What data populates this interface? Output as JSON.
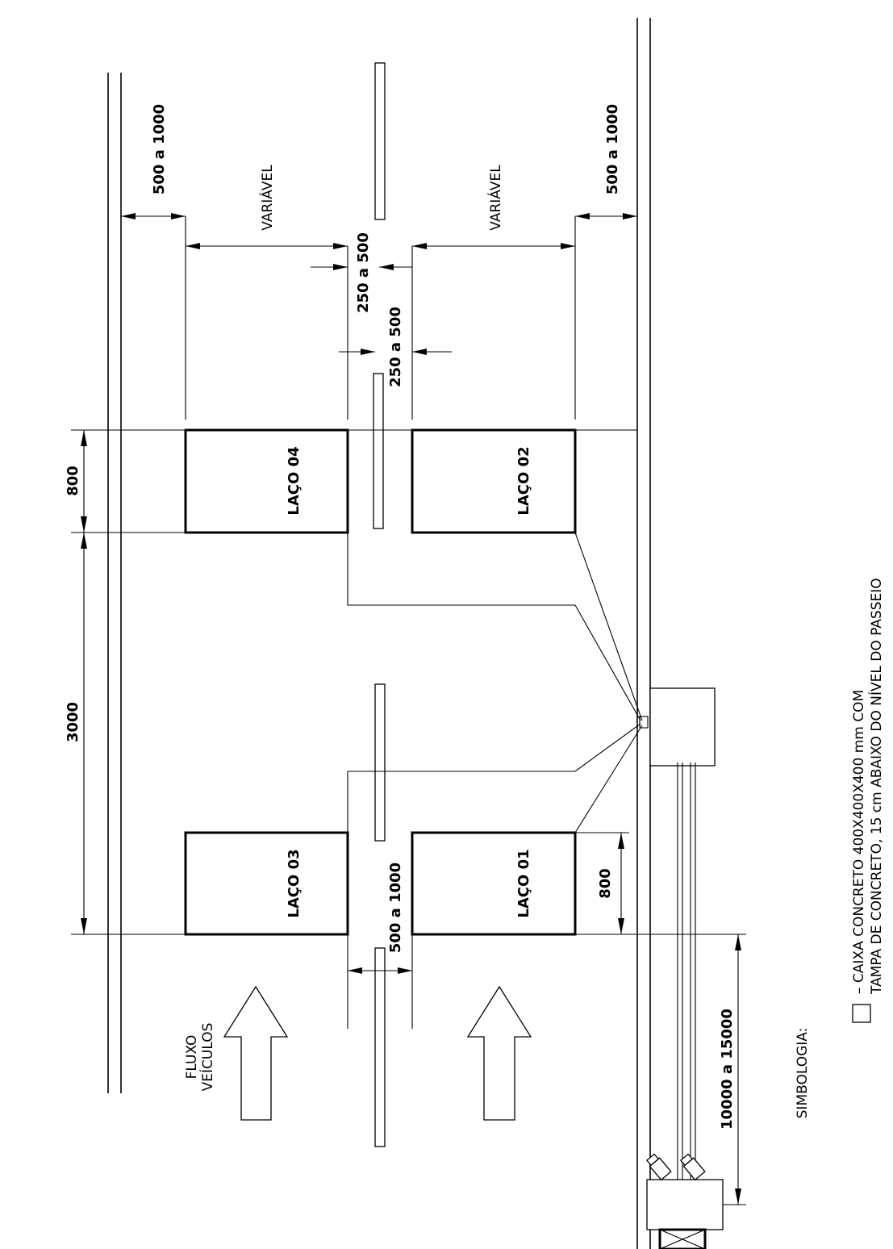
{
  "loops": {
    "l01": "LAÇO 01",
    "l02": "LAÇO 02",
    "l03": "LAÇO 03",
    "l04": "LAÇO 04"
  },
  "dimensions": {
    "d800_top": "800",
    "d3000": "3000",
    "d800_bottom": "800",
    "d500_1000_top": "500 a 1000",
    "d500_1000_right": "500 a 1000",
    "d500_1000_mid": "500 a 1000",
    "variavel_left": "VARIÁVEL",
    "variavel_right": "VARIÁVEL",
    "d250_500_a": "250 a 500",
    "d250_500_b": "250 a 500",
    "d10000_15000": "10000 a 15000"
  },
  "flow": {
    "line1": "FLUXO",
    "line2": "VEÍCULOS"
  },
  "legend": {
    "title": "SIMBOLOGIA:",
    "line1": "– CAIXA CONCRETO 400X400X400 mm COM",
    "line2": "TAMPA DE CONCRETO, 15 cm ABAIXO DO NÍVEL DO PASSEIO"
  }
}
